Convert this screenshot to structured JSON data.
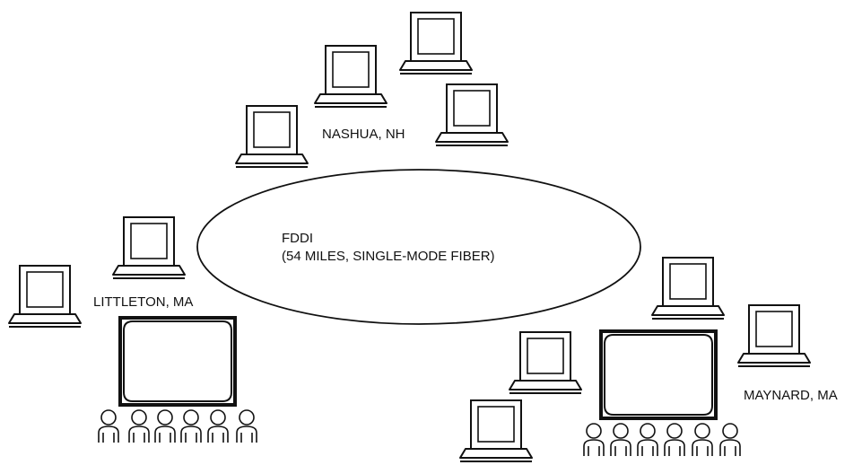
{
  "diagram": {
    "ring": {
      "label_line1": "FDDI",
      "label_line2": "(54 MILES, SINGLE-MODE FIBER)"
    },
    "sites": {
      "nashua": {
        "label": "NASHUA, NH"
      },
      "littleton": {
        "label": "LITTLETON, MA"
      },
      "maynard": {
        "label": "MAYNARD, MA"
      }
    }
  },
  "colors": {
    "stroke": "#111111",
    "background": "#ffffff"
  }
}
